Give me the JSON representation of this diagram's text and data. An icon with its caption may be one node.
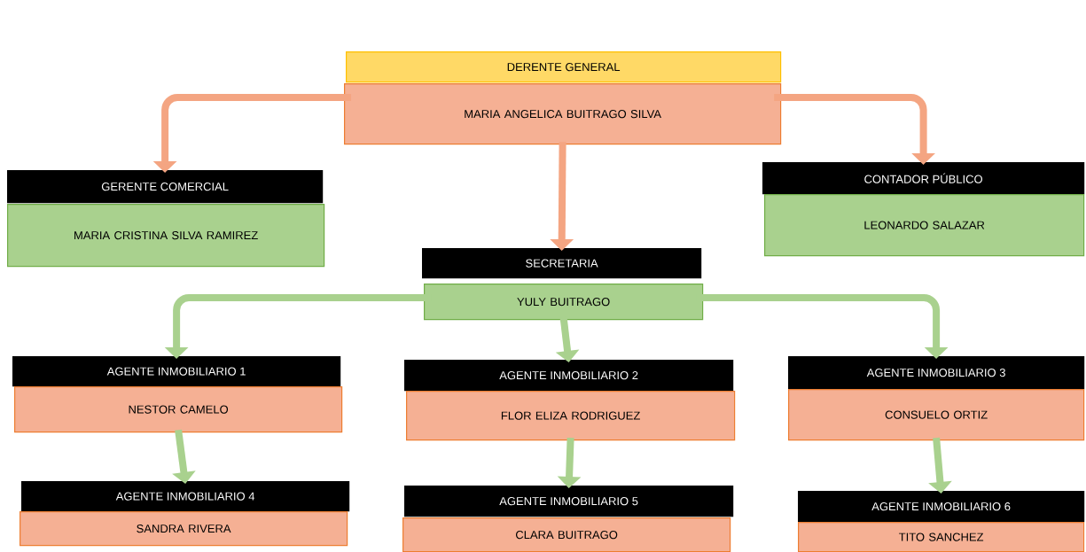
{
  "diagram": {
    "nodes": [
      {
        "text": [
          "DERENTE GENERAL",
          "MARIA ANGELICA BUITRAGO SILVA"
        ]
      },
      {
        "text": [
          "GERENTE COMERCIAL",
          "MARIA CRISTINA SILVA RAMIREZ"
        ]
      },
      {
        "text": [
          "CONTADOR PÚBLICO",
          "LEONARDO SALAZAR"
        ]
      },
      {
        "text": [
          "SECRETARIA",
          "YULY BUITRAGO"
        ]
      },
      {
        "text": [
          "AGENTE INMOBILIARIO 1",
          "NESTOR CAMELO"
        ]
      },
      {
        "text": [
          "AGENTE INMOBILIARIO 2",
          "FLOR ELIZA RODRIGUEZ"
        ]
      },
      {
        "text": [
          "AGENTE INMOBILIARIO 3",
          "CONSUELO ORTIZ"
        ]
      },
      {
        "text": [
          "AGENTE INMOBILIARIO 4",
          "SANDRA RIVERA"
        ]
      },
      {
        "text": [
          "AGENTE INMOBILIARIO 5",
          "CLARA BUITRAGO"
        ]
      },
      {
        "text": [
          "AGENTE INMOBILIARIO 6",
          "TITO SANCHEZ"
        ]
      }
    ],
    "edges": [
      {
        "from": 0,
        "to": 1,
        "arrow": "to",
        "color": "#f4a582"
      },
      {
        "from": 0,
        "to": 2,
        "arrow": "to",
        "color": "#f4a582"
      },
      {
        "from": 0,
        "to": 3,
        "arrow": "to",
        "color": "#f4a582"
      },
      {
        "from": 3,
        "to": 4,
        "arrow": "to"
      },
      {
        "from": 3,
        "to": 5,
        "arrow": "to"
      },
      {
        "from": 3,
        "to": 6,
        "arrow": "to"
      },
      {
        "from": 4,
        "to": 7,
        "arrow": "to"
      },
      {
        "from": 5,
        "to": 8,
        "arrow": "to"
      },
      {
        "from": 6,
        "to": 9,
        "arrow": "to"
      }
    ]
  }
}
